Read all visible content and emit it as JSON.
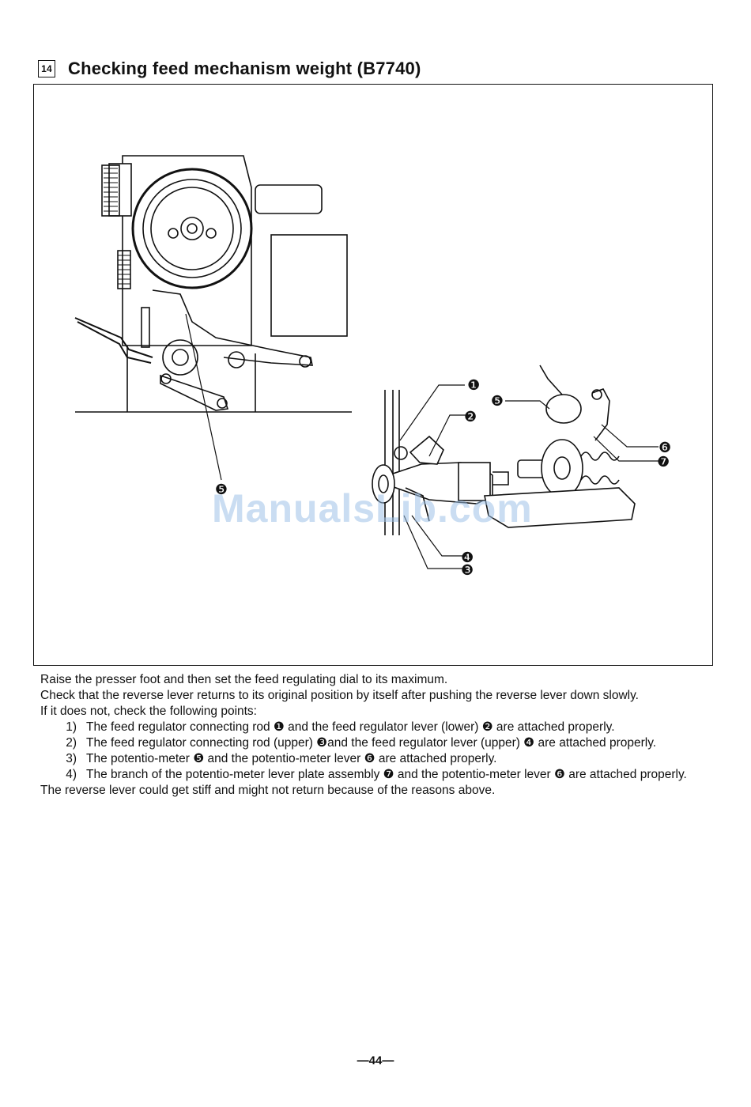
{
  "section": {
    "number": "14",
    "title": "Checking feed mechanism weight (B7740)"
  },
  "figure": {
    "callouts": [
      "❶",
      "❷",
      "❸",
      "❹",
      "❺",
      "❻",
      "❼"
    ]
  },
  "watermark": "ManualsLib.com",
  "body": {
    "paragraphs": [
      "Raise the presser foot and then set the feed regulating dial to its maximum.",
      "Check that the reverse lever returns to its original position by itself after pushing the reverse lever down slowly.",
      "If it does not, check the following points:"
    ],
    "items": [
      {
        "index": "1)",
        "text": "The feed regulator connecting rod ❶ and the feed regulator lever (lower) ❷ are attached properly."
      },
      {
        "index": "2)",
        "text": "The feed regulator connecting rod (upper) ❸and the feed regulator lever (upper) ❹ are attached properly."
      },
      {
        "index": "3)",
        "text": "The potentio-meter ❺ and the potentio-meter lever ❻ are attached properly."
      },
      {
        "index": "4)",
        "text": "The branch of the potentio-meter lever plate assembly ❼ and the potentio-meter lever ❻ are attached properly."
      }
    ],
    "closing": "The reverse lever could get stiff and might not return because of the reasons above."
  },
  "page_number": "—44—"
}
